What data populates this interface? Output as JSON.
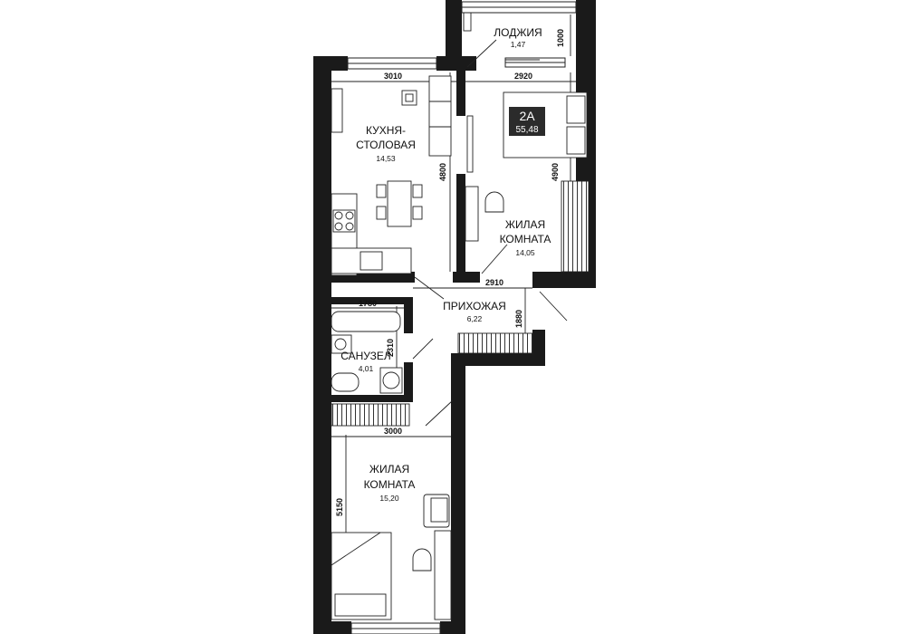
{
  "apartment": {
    "type": "2А",
    "total_area": "55,48"
  },
  "rooms": {
    "loggia": {
      "name": "ЛОДЖИЯ",
      "area": "1,47"
    },
    "kitchen": {
      "name_line1": "КУХНЯ-",
      "name_line2": "СТОЛОВАЯ",
      "area": "14,53"
    },
    "bedroom1": {
      "name_line1": "ЖИЛАЯ",
      "name_line2": "КОМНАТА",
      "area": "14,05"
    },
    "hallway": {
      "name": "ПРИХОЖАЯ",
      "area": "6,22"
    },
    "bathroom": {
      "name": "САНУЗЕЛ",
      "area": "4,01"
    },
    "bedroom2": {
      "name_line1": "ЖИЛАЯ",
      "name_line2": "КОМНАТА",
      "area": "15,20"
    }
  },
  "dimensions": {
    "loggia_depth": "1000",
    "kitchen_width": "3010",
    "kitchen_length": "4800",
    "bedroom1_width": "2920",
    "bedroom1_length": "4900",
    "hall_width": "2910",
    "hall_length": "1880",
    "bath_width": "1780",
    "bath_length": "2310",
    "bedroom2_width": "3000",
    "bedroom2_length": "5150"
  },
  "colors": {
    "wall": "#1a1a1a",
    "line": "#222222",
    "badge": "#2b2b2b"
  }
}
